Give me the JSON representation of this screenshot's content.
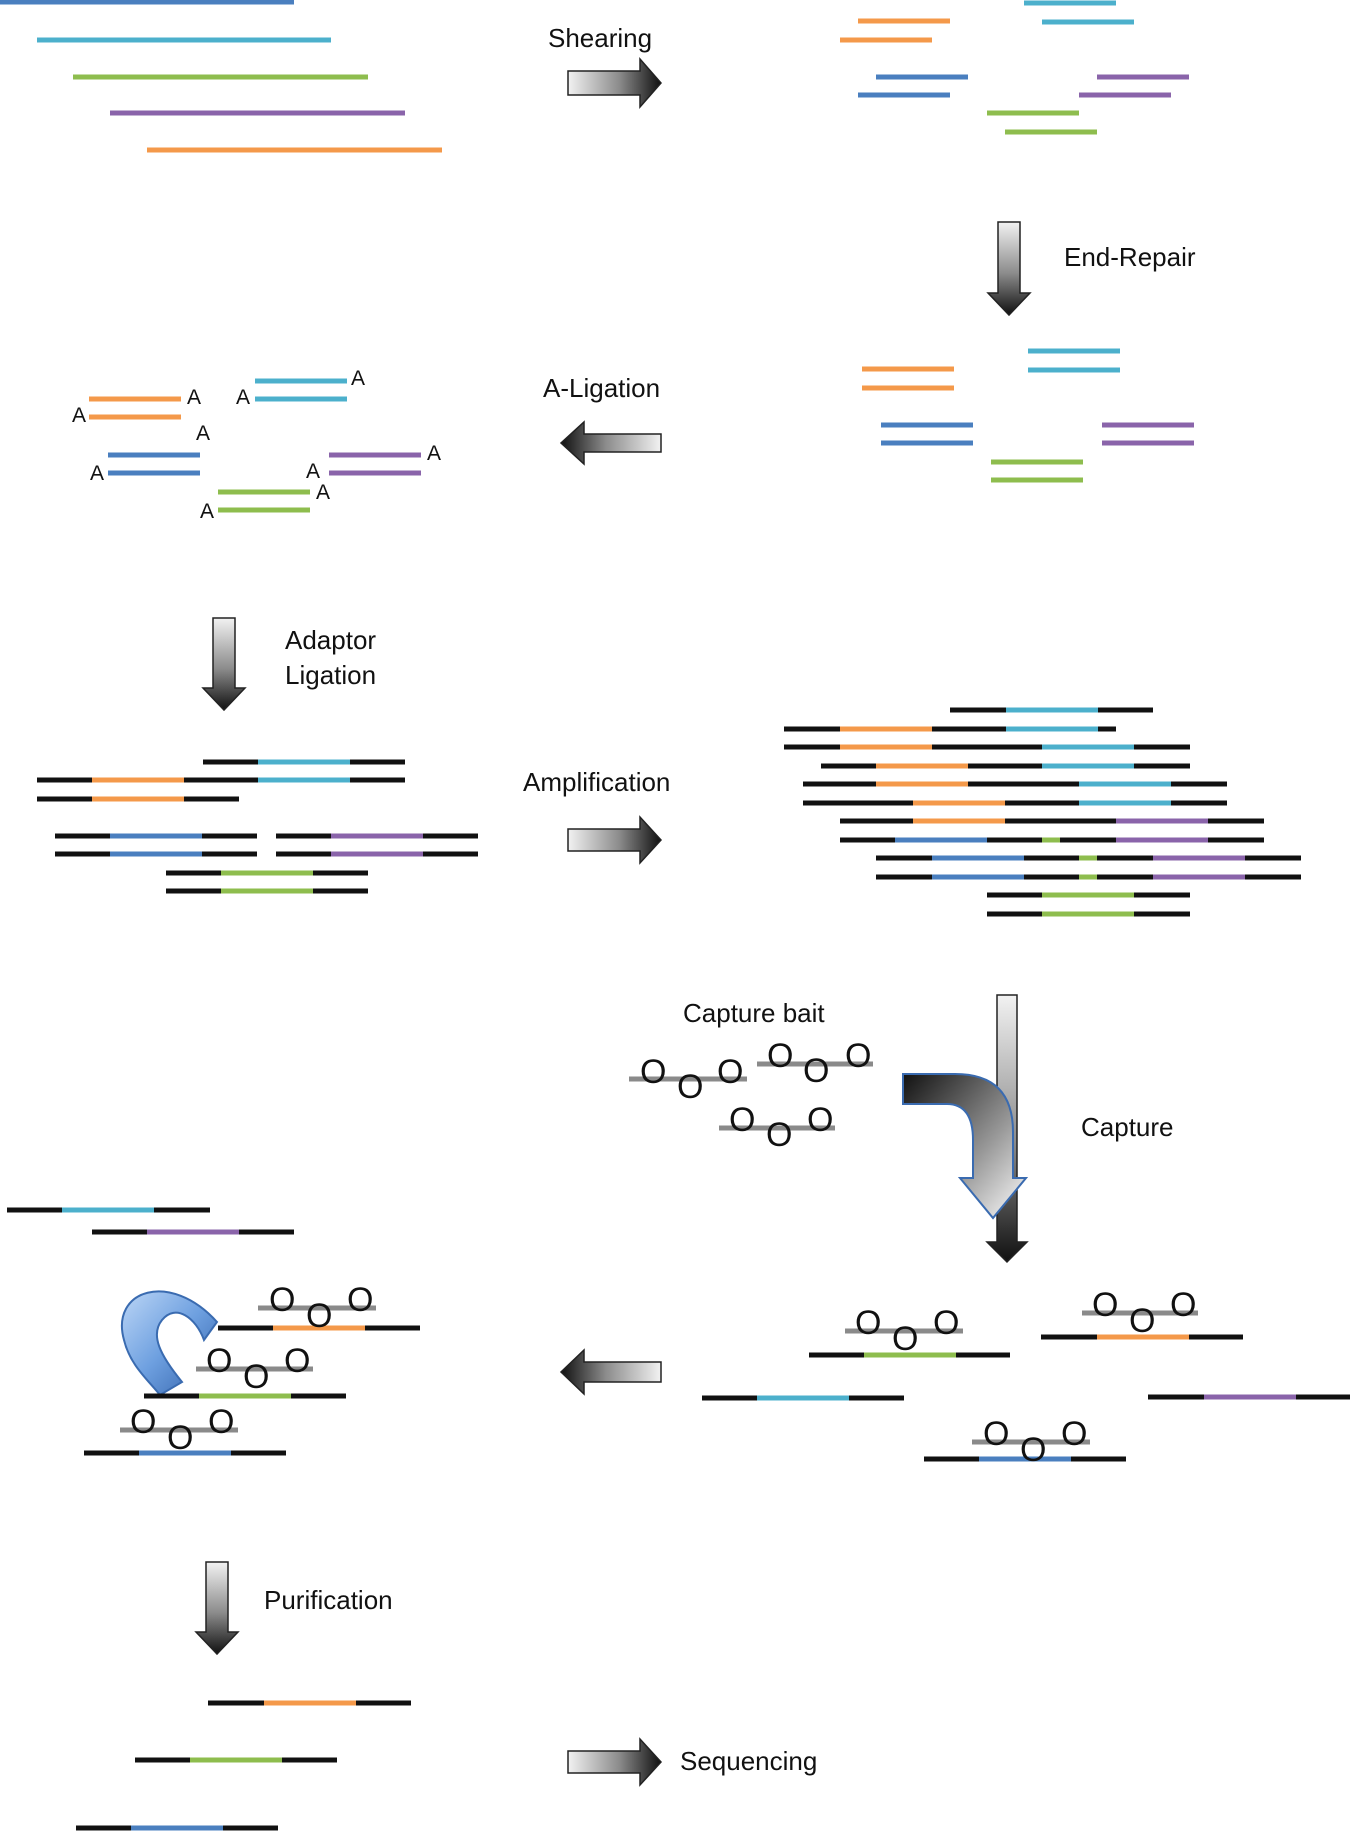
{
  "labels": {
    "shearing": "Shearing",
    "end_repair": "End-Repair",
    "a_ligation": "A-Ligation",
    "adaptor_line1": "Adaptor",
    "adaptor_line2": "Ligation",
    "amplification": "Amplification",
    "capture_bait": "Capture bait",
    "capture": "Capture",
    "purification": "Purification",
    "sequencing": "Sequencing"
  },
  "a_overhang": "A",
  "bait_glyph": "O",
  "colors": {
    "blue": "#4a7fbf",
    "cyan": "#4cb0cc",
    "green": "#8ebd4e",
    "purple": "#8a64aa",
    "orange": "#f4994a",
    "adaptor": "#111111",
    "bait_line": "#8a8a8a",
    "magnet": "#6ea0e0"
  }
}
